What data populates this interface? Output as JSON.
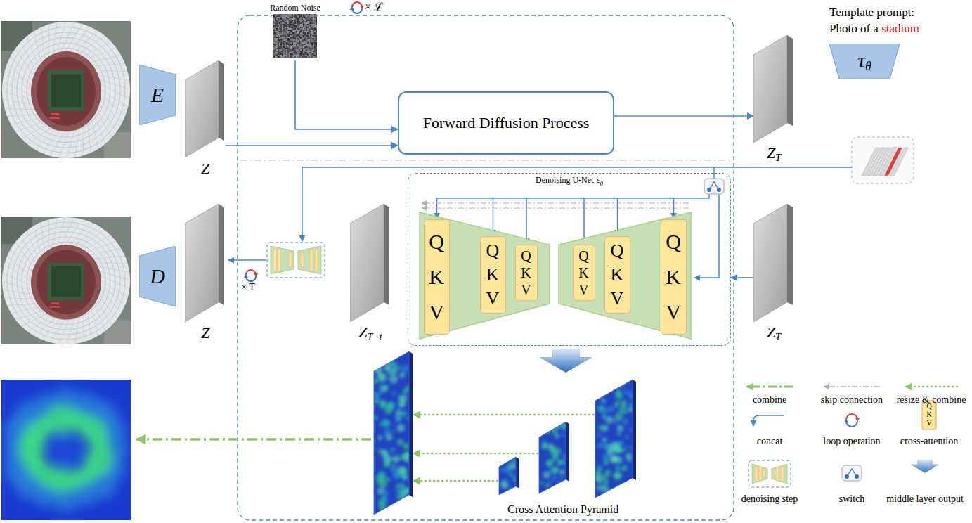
{
  "diagram": {
    "nodes": [
      {
        "text": [
          "E"
        ]
      },
      {
        "text": [
          "Z"
        ]
      },
      {
        "text": [
          "Random Noise"
        ]
      },
      {
        "text": [
          "Forward Diffusion Process"
        ]
      },
      {
        "text": [
          "Z",
          "T"
        ]
      },
      {
        "text": [
          "τ",
          "θ"
        ]
      },
      {
        "text": [
          "D"
        ]
      },
      {
        "text": [
          "Z"
        ]
      },
      {
        "text": [
          "Z",
          "T−t"
        ]
      },
      {
        "text": [
          "Denoising U-Net",
          "ε",
          "θ"
        ]
      },
      {
        "text": [
          "Q K V"
        ],
        "in": 9
      },
      {
        "text": [
          "Q K V"
        ],
        "in": 9
      },
      {
        "text": [
          "Q K V"
        ],
        "in": 9
      },
      {
        "text": [
          "Q K V"
        ],
        "in": 9
      },
      {
        "text": [
          "Q K V"
        ],
        "in": 9
      },
      {
        "text": [
          "Q K V"
        ],
        "in": 9
      },
      {
        "text": [
          "Z",
          "T"
        ]
      }
    ],
    "edges": [
      {
        "from": 2,
        "to": 3,
        "arrow": "to"
      },
      {
        "from": 1,
        "to": 3,
        "arrow": "to"
      },
      {
        "from": 3,
        "to": 4,
        "arrow": "to"
      },
      {
        "from": 16,
        "to": 9,
        "arrow": "to"
      }
    ],
    "labels": [
      "× ℒ",
      "× T",
      "Template prompt:",
      "Photo of a",
      "stadium",
      "Cross Attention Pyramid",
      "Q K V"
    ],
    "legend": [
      {
        "text": "combine"
      },
      {
        "text": "skip connection"
      },
      {
        "text": "resize & combine"
      },
      {
        "text": "concat"
      },
      {
        "text": "loop operation"
      },
      {
        "text": "cross-attention"
      },
      {
        "text": "denoising step"
      },
      {
        "text": "switch"
      },
      {
        "text": "middle layer output"
      }
    ]
  }
}
